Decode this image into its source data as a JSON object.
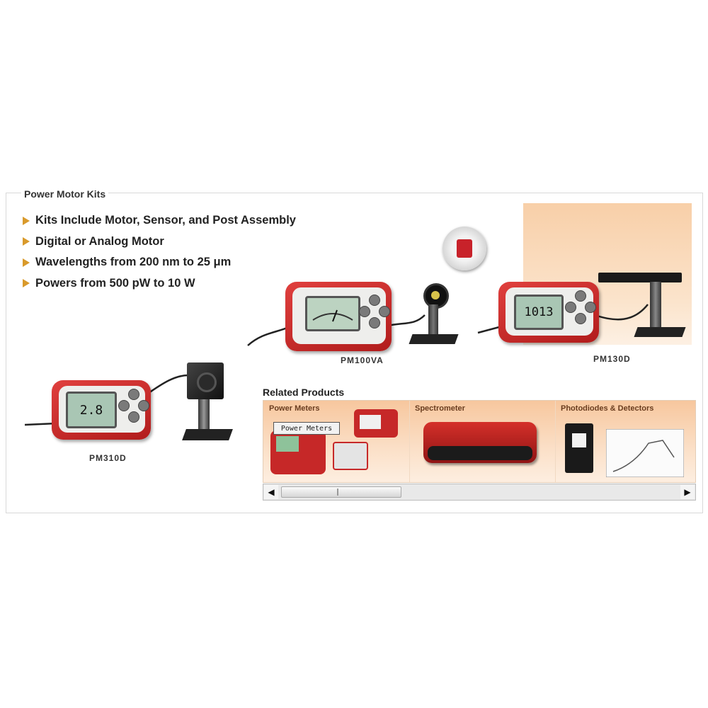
{
  "panel": {
    "title": "Power Motor Kits",
    "bullets": [
      "Kits Include Motor, Sensor, and Post Assembly",
      "Digital or Analog Motor",
      "Wavelengths from 200 nm to 25 μm",
      "Powers from 500 pW to 10 W"
    ]
  },
  "products": {
    "pm100a": {
      "label": "PM100VA"
    },
    "pm130d": {
      "label": "PM130D",
      "display": "1013"
    },
    "pm310d": {
      "label": "PM310D",
      "display": "2.8"
    }
  },
  "related": {
    "title": "Related Products",
    "categories": [
      "Power Meters",
      "Spectrometer",
      "Photodiodes & Detectors"
    ],
    "power_meter_screen": "Power Meters"
  },
  "colors": {
    "accent": "#d99a2b",
    "meter_red": "#c62828",
    "peach": "#f8cfa8"
  },
  "scroll": {
    "left_arrow": "◀",
    "right_arrow": "▶",
    "position": 0.0
  }
}
